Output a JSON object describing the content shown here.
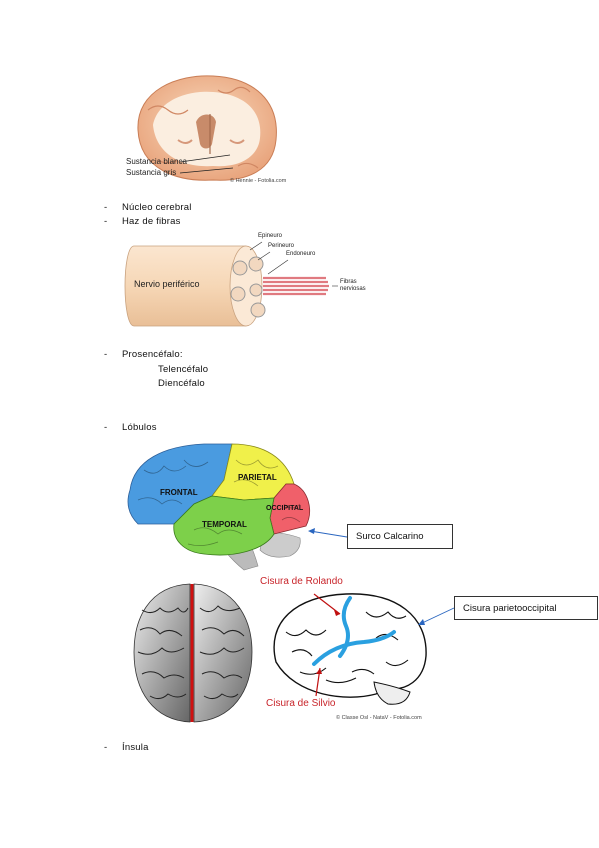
{
  "figure1": {
    "label_white": "Sustancia blanca",
    "label_gray": "Sustancia gris",
    "credit": "© Hennie - Fotolia.com"
  },
  "list1": [
    {
      "bullet": "-",
      "text": "Núcleo cerebral"
    },
    {
      "bullet": "-",
      "text": "Haz de fibras"
    }
  ],
  "figure2": {
    "nerve": "Nervio periférico",
    "epineuro": "Epineuro",
    "perineuro": "Perineuro",
    "endoneuro": "Endoneuro",
    "fibras_line1": "Fibras",
    "fibras_line2": "nerviosas"
  },
  "prosencefalo": {
    "bullet": "-",
    "text": "Prosencéfalo:",
    "sub": [
      "Telencéfalo",
      "Diencéfalo"
    ]
  },
  "lobulos": {
    "bullet": "-",
    "text": "Lóbulos"
  },
  "figure3": {
    "frontal": "FRONTAL",
    "parietal": "PARIETAL",
    "temporal": "TEMPORAL",
    "occipital": "OCCIPITAL",
    "colors": {
      "frontal": "#4a9be0",
      "parietal": "#f0f04a",
      "temporal": "#7dd04a",
      "occipital": "#f0606a"
    }
  },
  "callouts": {
    "surco": "Surco Calcarino",
    "cisura_po": "Cisura parietooccipital"
  },
  "figure4": {
    "rolando": "Cisura de Rolando",
    "silvio": "Cisura de Silvio",
    "credit": "© Classe Osl - NataV - Fotolia.com"
  },
  "insula": {
    "bullet": "-",
    "text": "Ínsula"
  }
}
